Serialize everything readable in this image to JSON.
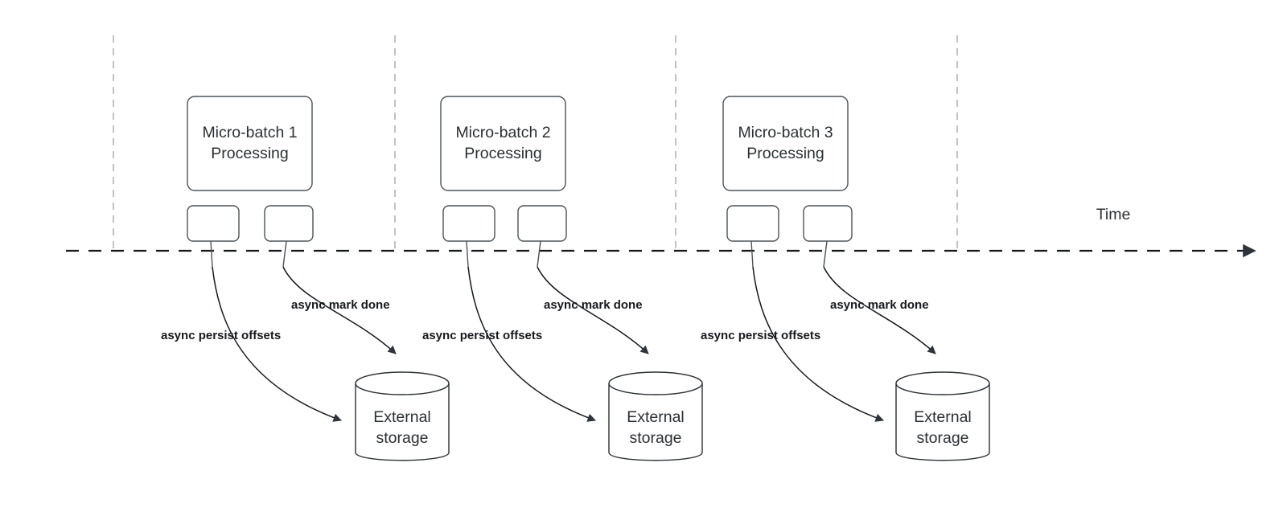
{
  "diagram": {
    "title": "Micro-batch processing timeline with async external storage writes",
    "background_color": "#ffffff",
    "stroke_color": "#4d5358",
    "dark_stroke_color": "#15181c",
    "tick_color": "#b3b3b8",
    "text_color": "#2b3034"
  },
  "timeline": {
    "axis_label": "Time",
    "style": "dashed-with-arrow",
    "tick_count": 4
  },
  "groups": [
    {
      "id": "micro-batch-1",
      "batch_label_line1": "Micro-batch 1",
      "batch_label_line2": "Processing",
      "task_boxes": [
        "",
        ""
      ],
      "storage_label_line1": "External",
      "storage_label_line2": "storage",
      "edge_label_persist": "async persist offsets",
      "edge_label_mark": "async mark done"
    },
    {
      "id": "micro-batch-2",
      "batch_label_line1": "Micro-batch 2",
      "batch_label_line2": "Processing",
      "task_boxes": [
        "",
        ""
      ],
      "storage_label_line1": "External",
      "storage_label_line2": "storage",
      "edge_label_persist": "async persist offsets",
      "edge_label_mark": "async mark done"
    },
    {
      "id": "micro-batch-3",
      "batch_label_line1": "Micro-batch 3",
      "batch_label_line2": "Processing",
      "task_boxes": [
        "",
        ""
      ],
      "storage_label_line1": "External",
      "storage_label_line2": "storage",
      "edge_label_persist": "async persist offsets",
      "edge_label_mark": "async mark done"
    }
  ]
}
